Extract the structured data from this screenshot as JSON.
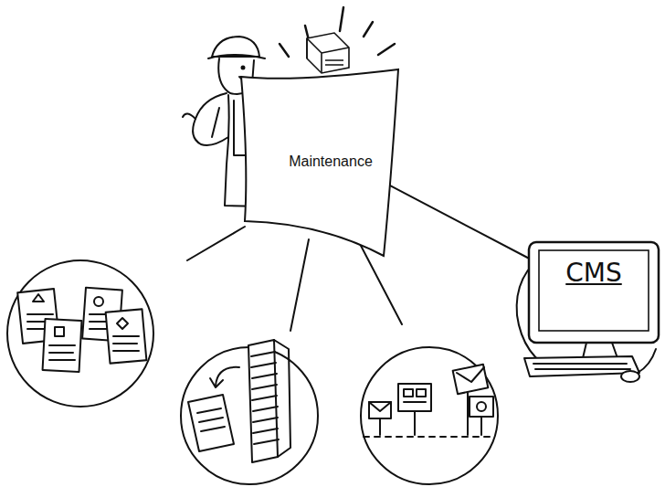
{
  "diagram": {
    "nodes": [
      {
        "text": [
          "Maintenance"
        ]
      },
      {
        "text": [
          "CMS"
        ]
      }
    ],
    "edges": [
      {
        "from": 0,
        "to": 1,
        "arrow": "none"
      }
    ]
  }
}
